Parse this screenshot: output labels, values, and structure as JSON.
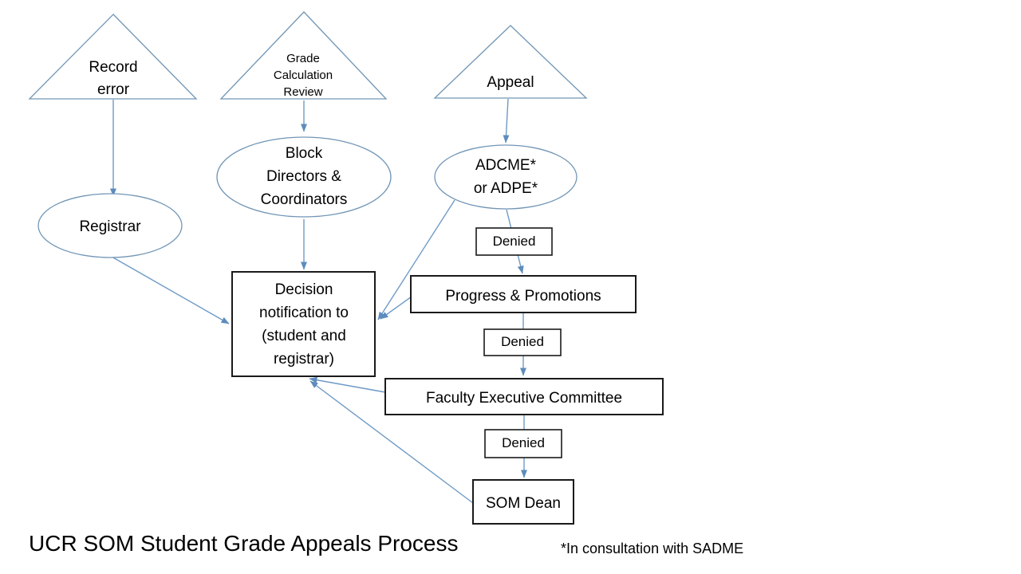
{
  "title": "UCR SOM Student Grade Appeals Process",
  "footnote": "*In consultation with SADME",
  "colors": {
    "connector": "#6f9ac6",
    "shape_outline": "#7296b5",
    "box_border": "#1a1a1a",
    "text": "#000000",
    "background": "#ffffff"
  },
  "nodes": {
    "record_error": {
      "shape": "triangle",
      "label": "Record\nerror"
    },
    "grade_calculation_review": {
      "shape": "triangle",
      "label": "Grade\nCalculation\nReview"
    },
    "appeal": {
      "shape": "triangle",
      "label": "Appeal"
    },
    "registrar": {
      "shape": "ellipse",
      "label": "Registrar"
    },
    "block_directors": {
      "shape": "ellipse",
      "label": "Block\nDirectors &\nCoordinators"
    },
    "adcme": {
      "shape": "ellipse",
      "label": "ADCME*\nor ADPE*"
    },
    "decision_notification": {
      "shape": "rect",
      "label": "Decision\nnotification to\n(student and\nregistrar)"
    },
    "denied_1": {
      "shape": "rect",
      "label": "Denied"
    },
    "progress_promotions": {
      "shape": "rect",
      "label": "Progress & Promotions"
    },
    "denied_2": {
      "shape": "rect",
      "label": "Denied"
    },
    "faculty_executive_committee": {
      "shape": "rect",
      "label": "Faculty Executive Committee"
    },
    "denied_3": {
      "shape": "rect",
      "label": "Denied"
    },
    "som_dean": {
      "shape": "rect",
      "label": "SOM Dean"
    }
  },
  "edges": [
    {
      "from": "record_error",
      "to": "registrar"
    },
    {
      "from": "grade_calculation_review",
      "to": "block_directors"
    },
    {
      "from": "appeal",
      "to": "adcme"
    },
    {
      "from": "registrar",
      "to": "decision_notification"
    },
    {
      "from": "block_directors",
      "to": "decision_notification"
    },
    {
      "from": "adcme",
      "to": "decision_notification"
    },
    {
      "from": "adcme",
      "to": "progress_promotions",
      "via": "denied_1"
    },
    {
      "from": "progress_promotions",
      "to": "decision_notification"
    },
    {
      "from": "progress_promotions",
      "to": "faculty_executive_committee",
      "via": "denied_2"
    },
    {
      "from": "faculty_executive_committee",
      "to": "decision_notification"
    },
    {
      "from": "faculty_executive_committee",
      "to": "som_dean",
      "via": "denied_3"
    },
    {
      "from": "som_dean",
      "to": "decision_notification"
    }
  ]
}
